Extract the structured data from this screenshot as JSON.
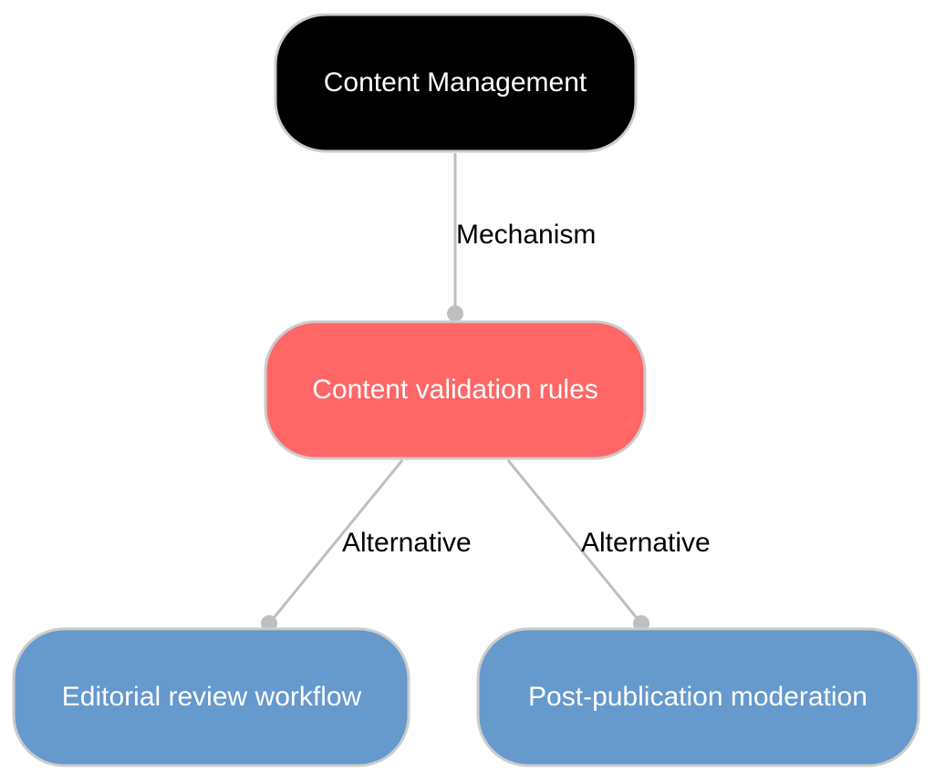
{
  "diagram": {
    "nodes": {
      "root": {
        "label": "Content Management",
        "fill": "#000000"
      },
      "validation": {
        "label": "Content validation rules",
        "fill": "#ff6666"
      },
      "editorial": {
        "label": "Editorial review workflow",
        "fill": "#6699cc"
      },
      "moderation": {
        "label": "Post-publication moderation",
        "fill": "#6699cc"
      }
    },
    "edges": {
      "mechanism": {
        "label": "Mechanism",
        "from": "Content Management",
        "to": "Content validation rules"
      },
      "alt_editorial": {
        "label": "Alternative",
        "from": "Content validation rules",
        "to": "Editorial review workflow"
      },
      "alt_moderation": {
        "label": "Alternative",
        "from": "Content validation rules",
        "to": "Post-publication moderation"
      }
    },
    "edge_color": "#bfbfbf",
    "border_color": "#cccccc"
  }
}
